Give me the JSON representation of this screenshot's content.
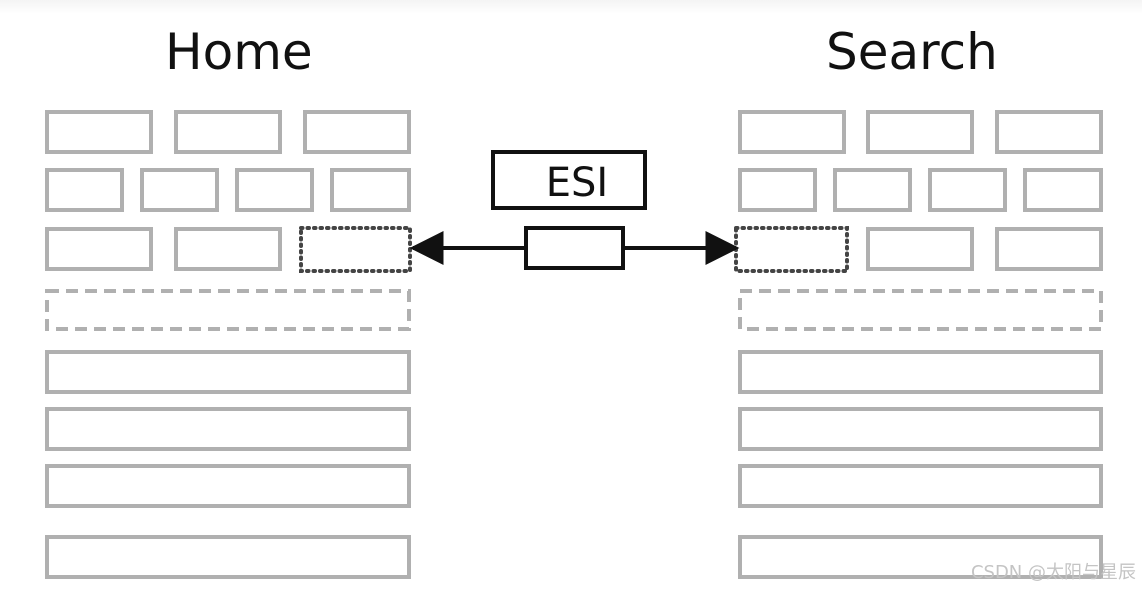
{
  "pages": {
    "home_title": "Home",
    "search_title": "Search"
  },
  "esi": {
    "label": "ESI"
  },
  "watermark": {
    "text": "CSDN @太阳与星辰"
  },
  "colors": {
    "block_gray": "#b0b0b0",
    "include_dark": "#444444",
    "line_black": "#111111"
  }
}
